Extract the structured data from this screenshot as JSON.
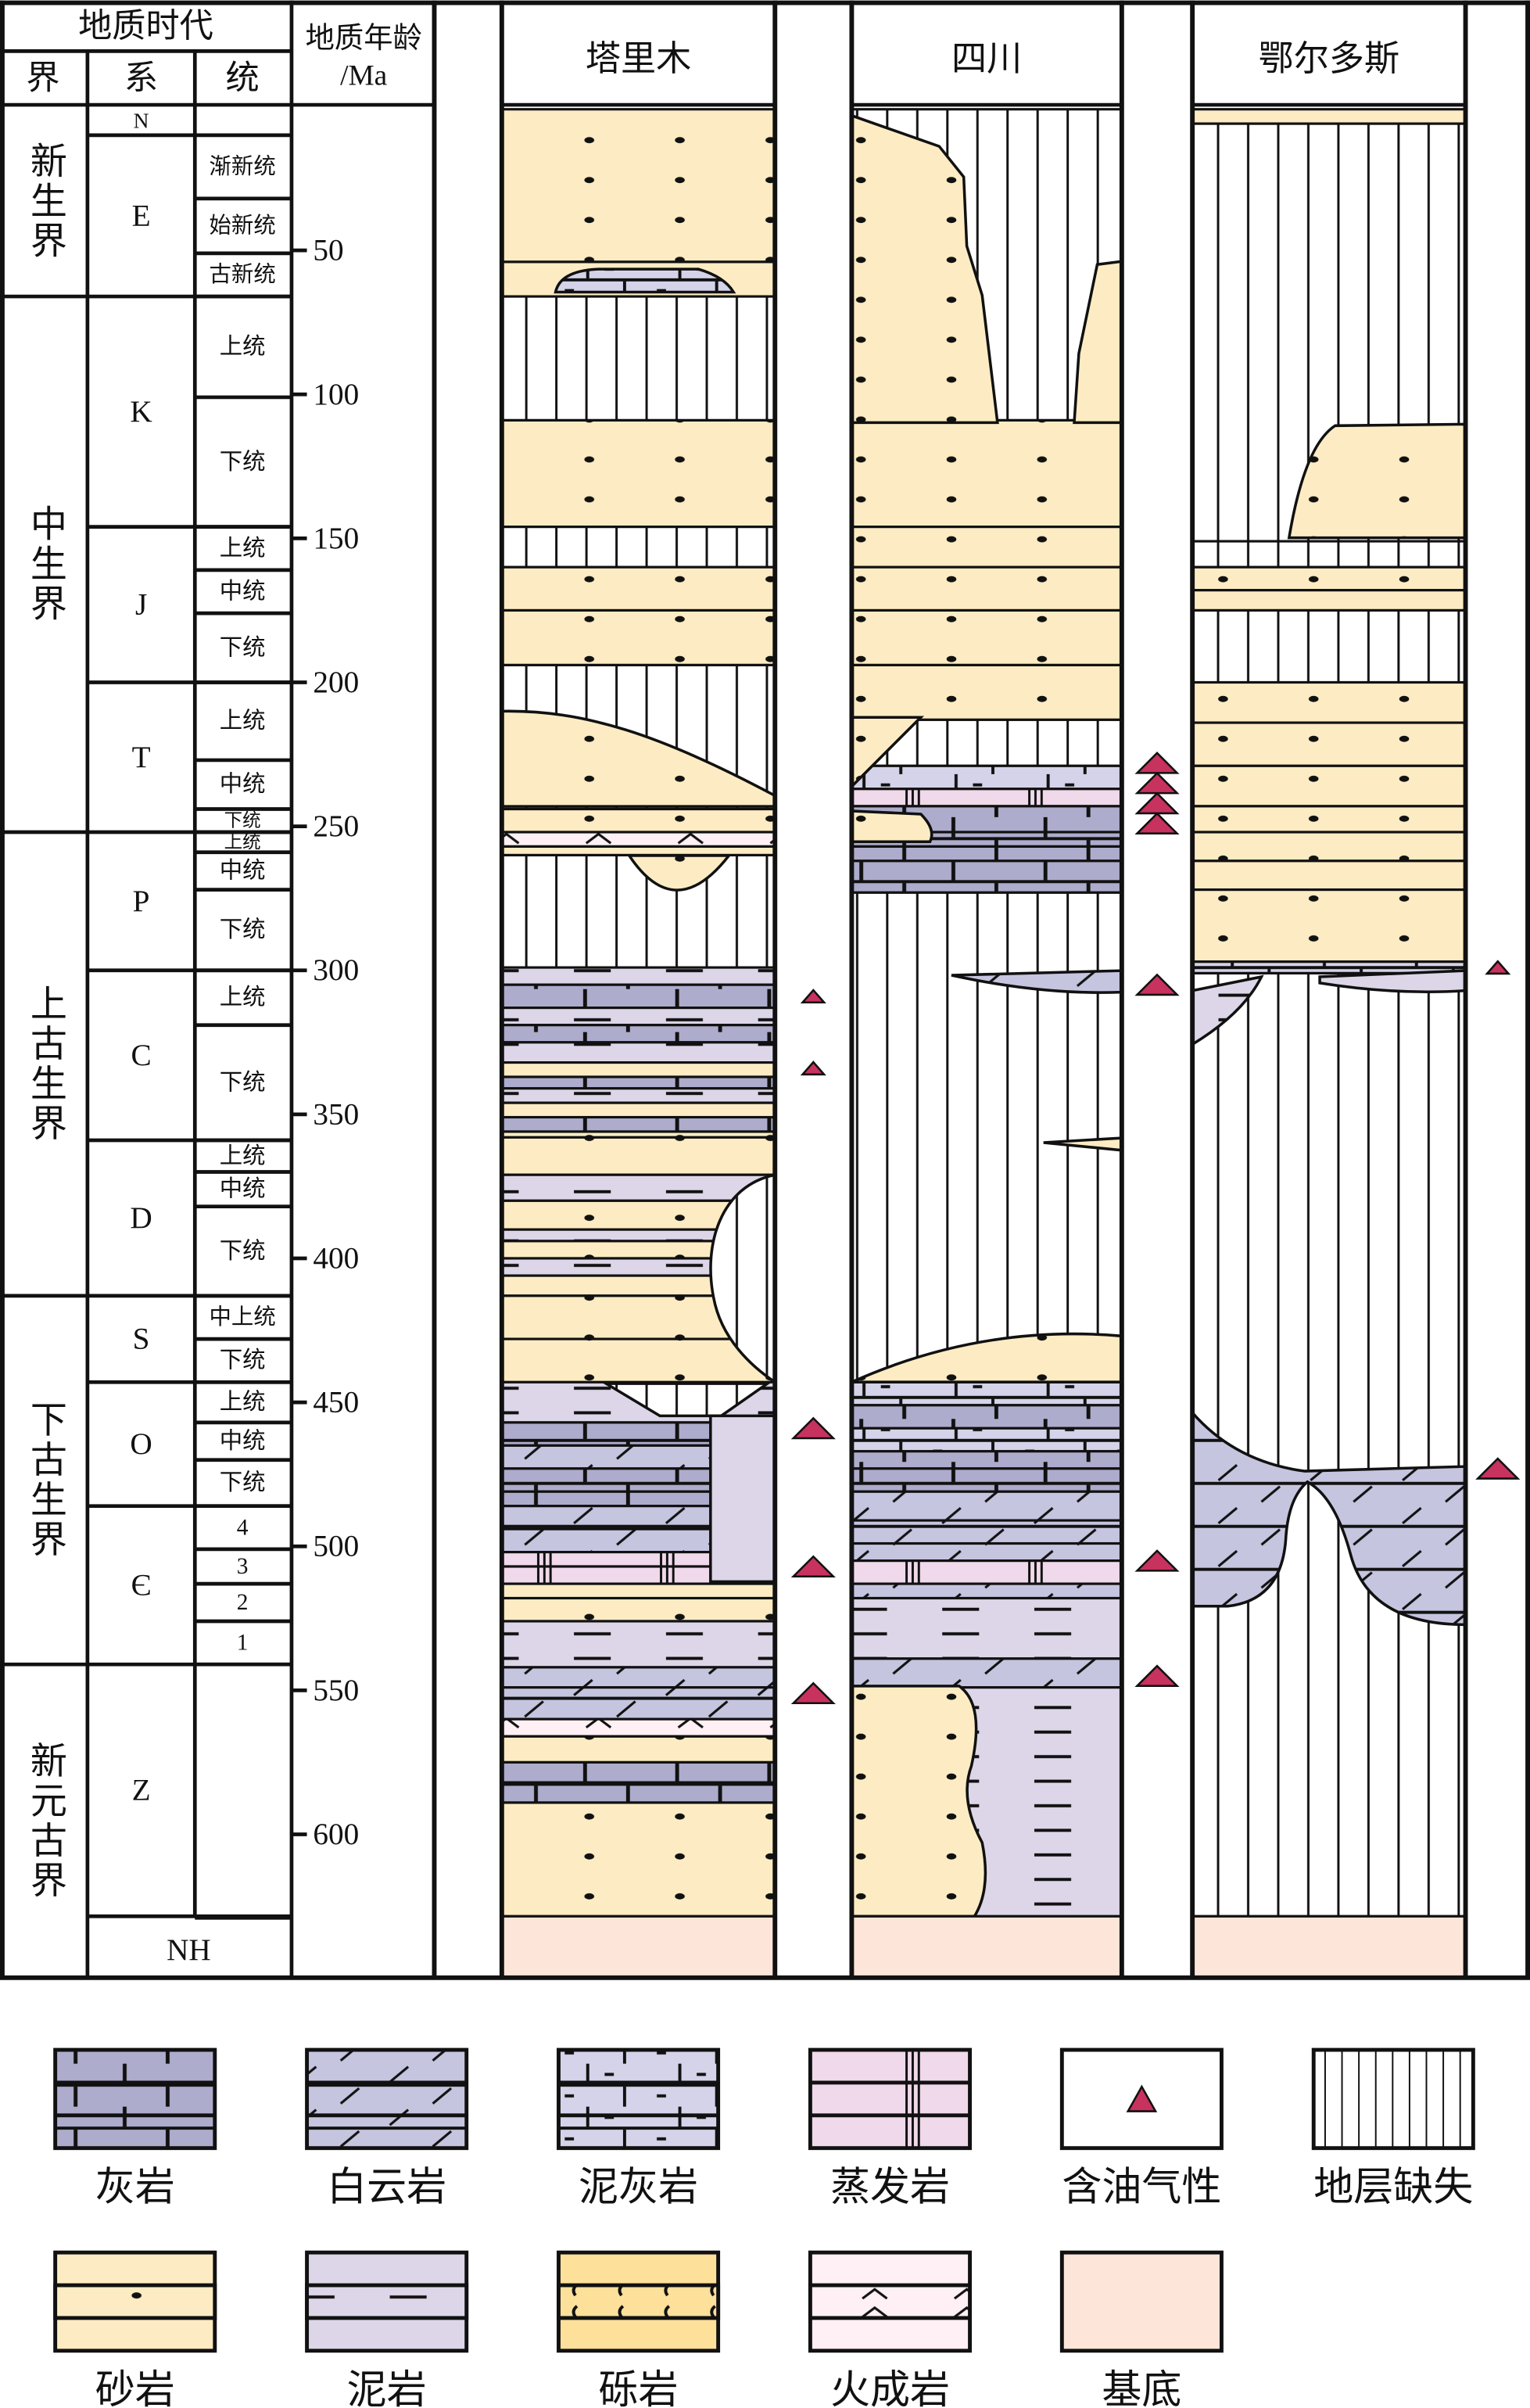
{
  "header": {
    "geo_time": "地质时代",
    "erathem": "界",
    "system": "系",
    "series": "统",
    "age_label_1": "地质年龄",
    "age_label_2": "/Ma"
  },
  "erathems": [
    {
      "name": "新生界",
      "top": 0,
      "bottom": 66
    },
    {
      "name": "中生界",
      "top": 66,
      "bottom": 252
    },
    {
      "name": "上古生界",
      "top": 252,
      "bottom": 413
    },
    {
      "name": "下古生界",
      "top": 413,
      "bottom": 541
    },
    {
      "name": "新元古界",
      "top": 541,
      "bottom": 650
    }
  ],
  "systems": [
    {
      "name": "N",
      "top": 0,
      "bottom": 10
    },
    {
      "name": "E",
      "top": 10,
      "bottom": 66
    },
    {
      "name": "K",
      "top": 66,
      "bottom": 146
    },
    {
      "name": "J",
      "top": 146,
      "bottom": 200
    },
    {
      "name": "T",
      "top": 200,
      "bottom": 252
    },
    {
      "name": "P",
      "top": 252,
      "bottom": 300
    },
    {
      "name": "C",
      "top": 300,
      "bottom": 359
    },
    {
      "name": "D",
      "top": 359,
      "bottom": 413
    },
    {
      "name": "S",
      "top": 413,
      "bottom": 443
    },
    {
      "name": "O",
      "top": 443,
      "bottom": 486
    },
    {
      "name": "Є",
      "top": 486,
      "bottom": 541
    },
    {
      "name": "Z",
      "top": 541,
      "bottom": 629
    }
  ],
  "basement_label": "NH",
  "series": [
    {
      "name": "渐新统",
      "top": 10,
      "bottom": 32
    },
    {
      "name": "始新统",
      "top": 32,
      "bottom": 51
    },
    {
      "name": "古新统",
      "top": 51,
      "bottom": 66
    },
    {
      "name": "上统",
      "top": 66,
      "bottom": 101
    },
    {
      "name": "下统",
      "top": 101,
      "bottom": 146
    },
    {
      "name": "上统",
      "top": 146,
      "bottom": 161
    },
    {
      "name": "中统",
      "top": 161,
      "bottom": 176
    },
    {
      "name": "下统",
      "top": 176,
      "bottom": 200
    },
    {
      "name": "上统",
      "top": 200,
      "bottom": 227
    },
    {
      "name": "中统",
      "top": 227,
      "bottom": 244
    },
    {
      "name": "下统",
      "top": 244,
      "bottom": 252
    },
    {
      "name": "上统",
      "top": 252,
      "bottom": 259
    },
    {
      "name": "中统",
      "top": 259,
      "bottom": 272
    },
    {
      "name": "下统",
      "top": 272,
      "bottom": 300
    },
    {
      "name": "上统",
      "top": 300,
      "bottom": 319
    },
    {
      "name": "下统",
      "top": 319,
      "bottom": 359
    },
    {
      "name": "上统",
      "top": 359,
      "bottom": 370
    },
    {
      "name": "中统",
      "top": 370,
      "bottom": 382
    },
    {
      "name": "下统",
      "top": 382,
      "bottom": 413
    },
    {
      "name": "中上统",
      "top": 413,
      "bottom": 428
    },
    {
      "name": "下统",
      "top": 428,
      "bottom": 443
    },
    {
      "name": "上统",
      "top": 443,
      "bottom": 457
    },
    {
      "name": "中统",
      "top": 457,
      "bottom": 470
    },
    {
      "name": "下统",
      "top": 470,
      "bottom": 486
    },
    {
      "name": "4",
      "top": 486,
      "bottom": 501
    },
    {
      "name": "3",
      "top": 501,
      "bottom": 513
    },
    {
      "name": "2",
      "top": 513,
      "bottom": 526
    },
    {
      "name": "1",
      "top": 526,
      "bottom": 541
    },
    {
      "name": "",
      "top": 541,
      "bottom": 629
    }
  ],
  "age_ticks": [
    "50",
    "100",
    "150",
    "200",
    "250",
    "300",
    "350",
    "400",
    "450",
    "500",
    "550",
    "600"
  ],
  "colors": {
    "limestone": "#aeaccc",
    "dolomite": "#c5c5e0",
    "marl": "#d4d3e9",
    "evaporite": "#efd9ea",
    "sandstone": "#fdecc3",
    "mudstone": "#ddd6e8",
    "conglomerate": "#fde09a",
    "igneous": "#fff0f5",
    "basement": "#fde6d9",
    "oil_gas": "#c8325e"
  },
  "columns": [
    {
      "name": "塔里木",
      "layers": [
        [
          1,
          54,
          "sandstone"
        ],
        [
          54,
          66,
          "sandstone"
        ],
        [
          66,
          109,
          "hiatus"
        ],
        [
          109,
          146,
          "sandstone"
        ],
        [
          146,
          160,
          "hiatus"
        ],
        [
          160,
          175,
          "sandstone"
        ],
        [
          175,
          194,
          "sandstone"
        ],
        [
          194,
          244,
          "hiatus"
        ],
        [
          244,
          252,
          "sandstone"
        ],
        [
          252,
          257,
          "igneous"
        ],
        [
          257,
          260,
          "sandstone"
        ],
        [
          260,
          299,
          "hiatus"
        ],
        [
          299,
          305,
          "mudstone"
        ],
        [
          305,
          313,
          "limestone"
        ],
        [
          313,
          319,
          "mudstone"
        ],
        [
          319,
          325,
          "limestone"
        ],
        [
          325,
          332,
          "mudstone"
        ],
        [
          332,
          337,
          "sandstone"
        ],
        [
          337,
          341,
          "limestone"
        ],
        [
          341,
          346,
          "mudstone"
        ],
        [
          346,
          351,
          "sandstone"
        ],
        [
          351,
          356,
          "limestone"
        ],
        [
          356,
          358,
          "sandstone"
        ],
        [
          358,
          371,
          "sandstone"
        ],
        [
          371,
          380,
          "mudstone"
        ],
        [
          380,
          390,
          "sandstone"
        ],
        [
          390,
          394,
          "mudstone"
        ],
        [
          394,
          400,
          "sandstone"
        ],
        [
          400,
          406,
          "mudstone"
        ],
        [
          406,
          413,
          "sandstone"
        ],
        [
          413,
          428,
          "sandstone"
        ],
        [
          428,
          443,
          "sandstone"
        ],
        [
          443,
          457,
          "mudstone"
        ],
        [
          457,
          465,
          "limestone"
        ],
        [
          465,
          473,
          "dolomite"
        ],
        [
          473,
          481,
          "limestone"
        ],
        [
          481,
          486,
          "limestone"
        ],
        [
          486,
          494,
          "dolomite"
        ],
        [
          494,
          502,
          "dolomite"
        ],
        [
          502,
          507,
          "evaporite"
        ],
        [
          507,
          513,
          "evaporite"
        ],
        [
          513,
          518,
          "sandstone"
        ],
        [
          518,
          526,
          "sandstone"
        ],
        [
          526,
          542,
          "mudstone"
        ],
        [
          542,
          549,
          "dolomite"
        ],
        [
          549,
          560,
          "dolomite"
        ],
        [
          560,
          566,
          "igneous"
        ],
        [
          566,
          575,
          "sandstone"
        ],
        [
          575,
          582,
          "limestone"
        ],
        [
          582,
          589,
          "limestone"
        ],
        [
          589,
          629,
          "sandstone"
        ]
      ],
      "oil_gas": [
        {
          "age": 309,
          "size": "small"
        },
        {
          "age": 334,
          "size": "small"
        },
        {
          "age": 459,
          "size": "large"
        },
        {
          "age": 507,
          "size": "large"
        },
        {
          "age": 551,
          "size": "large"
        }
      ]
    },
    {
      "name": "四川",
      "layers": [
        [
          1,
          109,
          "hiatus"
        ],
        [
          109,
          146,
          "sandstone"
        ],
        [
          146,
          160,
          "sandstone"
        ],
        [
          160,
          175,
          "sandstone"
        ],
        [
          175,
          194,
          "sandstone"
        ],
        [
          194,
          213,
          "sandstone"
        ],
        [
          213,
          229,
          "hiatus"
        ],
        [
          229,
          237,
          "marl"
        ],
        [
          237,
          243,
          "evaporite"
        ],
        [
          243,
          252,
          "limestone"
        ],
        [
          252,
          257,
          "limestone"
        ],
        [
          257,
          262,
          "limestone"
        ],
        [
          262,
          273,
          "limestone"
        ],
        [
          273,
          443,
          "hiatus"
        ],
        [
          443,
          451,
          "marl"
        ],
        [
          451,
          459,
          "limestone"
        ],
        [
          459,
          467,
          "marl"
        ],
        [
          467,
          473,
          "limestone"
        ],
        [
          473,
          481,
          "limestone"
        ],
        [
          481,
          491,
          "dolomite"
        ],
        [
          491,
          499,
          "dolomite"
        ],
        [
          499,
          505,
          "dolomite"
        ],
        [
          505,
          513,
          "evaporite"
        ],
        [
          513,
          518,
          "dolomite"
        ],
        [
          518,
          539,
          "mudstone"
        ],
        [
          539,
          549,
          "dolomite"
        ],
        [
          549,
          629,
          "mudstone"
        ]
      ],
      "oil_gas": [
        {
          "age": 228,
          "size": "large"
        },
        {
          "age": 235,
          "size": "large"
        },
        {
          "age": 242,
          "size": "large"
        },
        {
          "age": 249,
          "size": "large"
        },
        {
          "age": 305,
          "size": "large"
        },
        {
          "age": 505,
          "size": "large"
        },
        {
          "age": 545,
          "size": "large"
        }
      ]
    },
    {
      "name": "鄂尔多斯",
      "layers": [
        [
          1,
          6,
          "sandstone"
        ],
        [
          6,
          151,
          "hiatus"
        ],
        [
          151,
          160,
          "hiatus"
        ],
        [
          160,
          168,
          "sandstone"
        ],
        [
          168,
          175,
          "sandstone"
        ],
        [
          175,
          200,
          "hiatus"
        ],
        [
          200,
          214,
          "sandstone"
        ],
        [
          214,
          229,
          "sandstone"
        ],
        [
          229,
          243,
          "sandstone"
        ],
        [
          243,
          252,
          "sandstone"
        ],
        [
          252,
          262,
          "sandstone"
        ],
        [
          262,
          272,
          "sandstone"
        ],
        [
          272,
          297,
          "sandstone"
        ],
        [
          297,
          301,
          "marl"
        ],
        [
          301,
          629,
          "hiatus"
        ]
      ],
      "oil_gas": [
        {
          "age": 299,
          "size": "small"
        },
        {
          "age": 473,
          "size": "large"
        }
      ]
    }
  ],
  "legend": [
    {
      "key": "limestone",
      "label": "灰岩"
    },
    {
      "key": "dolomite",
      "label": "白云岩"
    },
    {
      "key": "marl",
      "label": "泥灰岩"
    },
    {
      "key": "evaporite",
      "label": "蒸发岩"
    },
    {
      "key": "oil_gas",
      "label": "含油气性"
    },
    {
      "key": "hiatus",
      "label": "地层缺失"
    },
    {
      "key": "sandstone",
      "label": "砂岩"
    },
    {
      "key": "mudstone",
      "label": "泥岩"
    },
    {
      "key": "conglomerate",
      "label": "砾岩"
    },
    {
      "key": "igneous",
      "label": "火成岩"
    },
    {
      "key": "basement",
      "label": "基底"
    }
  ]
}
